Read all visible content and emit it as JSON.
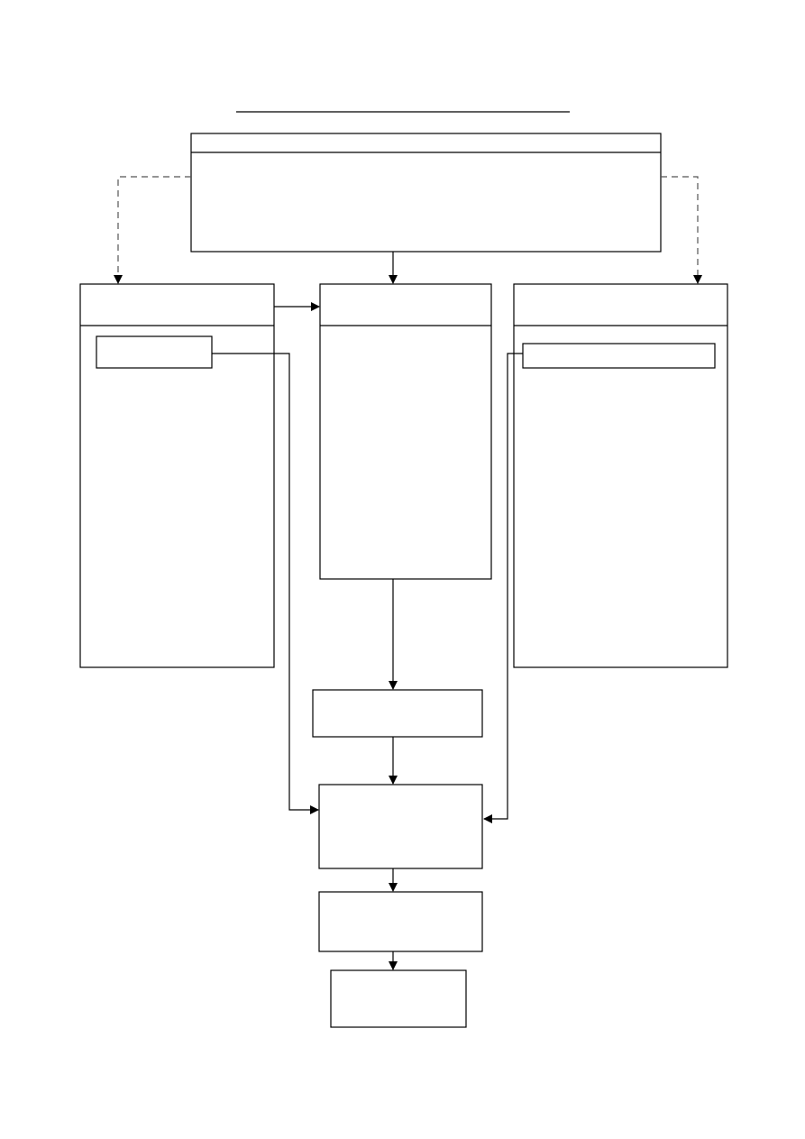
{
  "diagram": {
    "type": "flowchart",
    "colors": {
      "stroke": "#000000",
      "dashed_stroke": "#555555",
      "background": "#ffffff"
    },
    "nodes": [
      {
        "id": "top",
        "label": ""
      },
      {
        "id": "left",
        "label": ""
      },
      {
        "id": "left-inner",
        "label": ""
      },
      {
        "id": "center",
        "label": ""
      },
      {
        "id": "right",
        "label": ""
      },
      {
        "id": "right-inner",
        "label": ""
      },
      {
        "id": "step1",
        "label": ""
      },
      {
        "id": "step2",
        "label": ""
      },
      {
        "id": "step3",
        "label": ""
      },
      {
        "id": "step4",
        "label": ""
      }
    ],
    "edges": [
      {
        "from": "top",
        "to": "left",
        "style": "dashed"
      },
      {
        "from": "top",
        "to": "right",
        "style": "dashed"
      },
      {
        "from": "top",
        "to": "center",
        "style": "solid"
      },
      {
        "from": "left",
        "to": "center",
        "style": "solid"
      },
      {
        "from": "center",
        "to": "step1",
        "style": "solid"
      },
      {
        "from": "step1",
        "to": "step2",
        "style": "solid"
      },
      {
        "from": "left-inner",
        "to": "step2",
        "style": "solid"
      },
      {
        "from": "right-inner",
        "to": "step2",
        "style": "solid"
      },
      {
        "from": "step2",
        "to": "step3",
        "style": "solid"
      },
      {
        "from": "step3",
        "to": "step4",
        "style": "solid"
      }
    ]
  }
}
